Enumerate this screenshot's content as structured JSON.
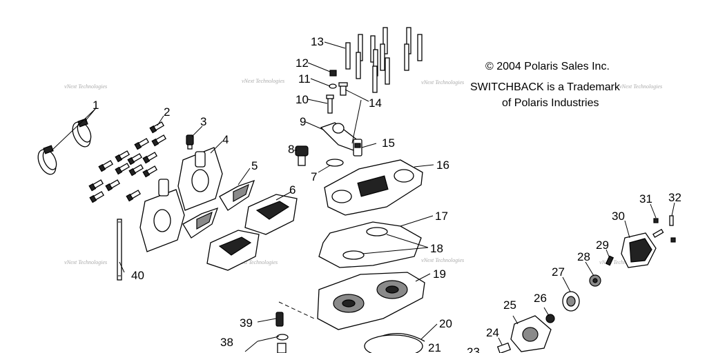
{
  "copyright": {
    "line1": "© 2004 Polaris Sales Inc.",
    "line2": "SWITCHBACK is a Trademark",
    "line3": "of Polaris Industries"
  },
  "watermark": "vNext Technologies",
  "callouts": {
    "c1": "1",
    "c2": "2",
    "c3": "3",
    "c4": "4",
    "c5": "5",
    "c6": "6",
    "c7": "7",
    "c8": "8",
    "c9": "9",
    "c10": "10",
    "c11": "11",
    "c12": "12",
    "c13": "13",
    "c14": "14",
    "c15": "15",
    "c16": "16",
    "c17": "17",
    "c18": "18",
    "c19": "19",
    "c20": "20",
    "c21": "21",
    "c23": "23",
    "c24": "24",
    "c25": "25",
    "c26": "26",
    "c27": "27",
    "c28": "28",
    "c29": "29",
    "c30": "30",
    "c31": "31",
    "c32": "32",
    "c38": "38",
    "c39": "39",
    "c40": "40"
  }
}
